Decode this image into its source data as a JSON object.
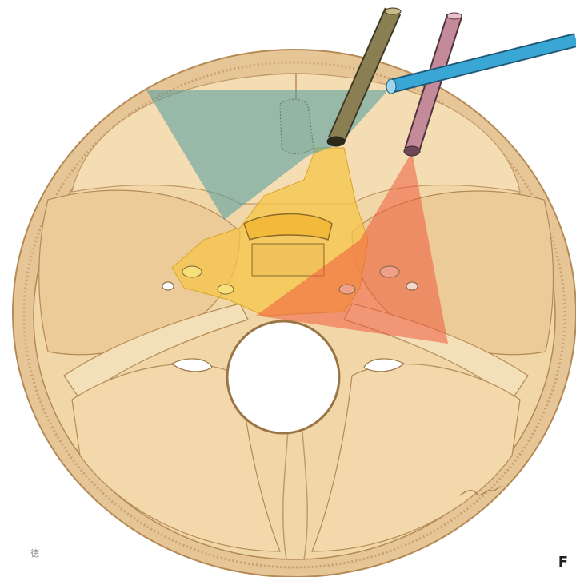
{
  "panel_label": "F",
  "corner_mark": "徳",
  "colors": {
    "background": "#ffffff",
    "skull_outer": "#e9c99a",
    "skull_inner": "#f1d7a8",
    "outline": "#b48a55",
    "clivus_yellow": "#f6c64a",
    "endoscope_zone_green": "#5f9e95",
    "endoscope_zone_red": "#ee6a4a",
    "instrument_olive": "#8a7f52",
    "instrument_pink": "#c48a9a",
    "instrument_blue": "#3aa6d6",
    "foramen": "#ffffff"
  },
  "instruments": [
    {
      "name": "olive-endoscope",
      "color": "olive"
    },
    {
      "name": "pink-endoscope",
      "color": "pink"
    },
    {
      "name": "blue-instrument",
      "color": "blue"
    }
  ]
}
